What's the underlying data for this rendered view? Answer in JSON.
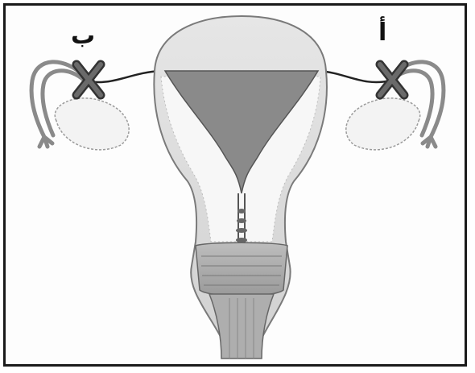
{
  "labels": {
    "a": "أ",
    "b": "ب"
  },
  "markers": {
    "a": "x-mark",
    "b": "x-mark"
  },
  "colors": {
    "frame": "#1a1a1a",
    "uterus_fill": "#ececec",
    "cavity_fill": "#8a8a8a",
    "x_mark": "#666666"
  }
}
